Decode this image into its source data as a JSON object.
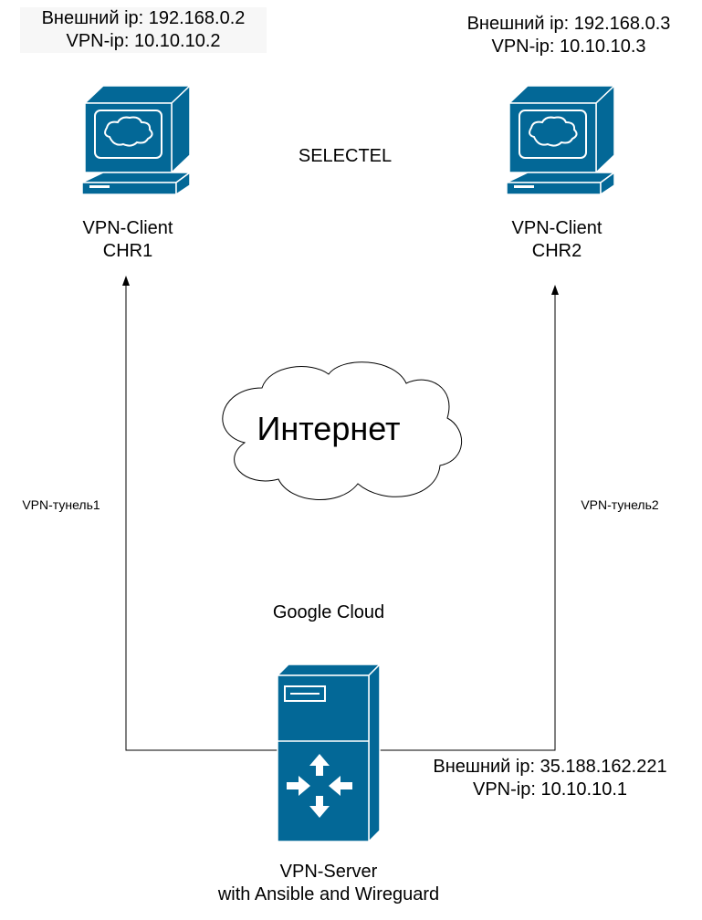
{
  "client1": {
    "external_ip": "Внешний ip: 192.168.0.2",
    "vpn_ip": "VPN-ip: 10.10.10.2",
    "name_line1": "VPN-Client",
    "name_line2": "CHR1"
  },
  "client2": {
    "external_ip": "Внешний ip: 192.168.0.3",
    "vpn_ip": "VPN-ip: 10.10.10.3",
    "name_line1": "VPN-Client",
    "name_line2": "CHR2"
  },
  "provider_top": "SELECTEL",
  "cloud_label": "Интернет",
  "tunnel1_label": "VPN-тунель1",
  "tunnel2_label": "VPN-тунель2",
  "provider_bottom": "Google Cloud",
  "server": {
    "external_ip": "Внешний ip: 35.188.162.221",
    "vpn_ip": "VPN-ip: 10.10.10.1",
    "name_line1": "VPN-Server",
    "name_line2": "with Ansible and Wireguard"
  },
  "colors": {
    "device_fill": "#036897",
    "device_light": "#ffffff",
    "line": "#000000"
  }
}
